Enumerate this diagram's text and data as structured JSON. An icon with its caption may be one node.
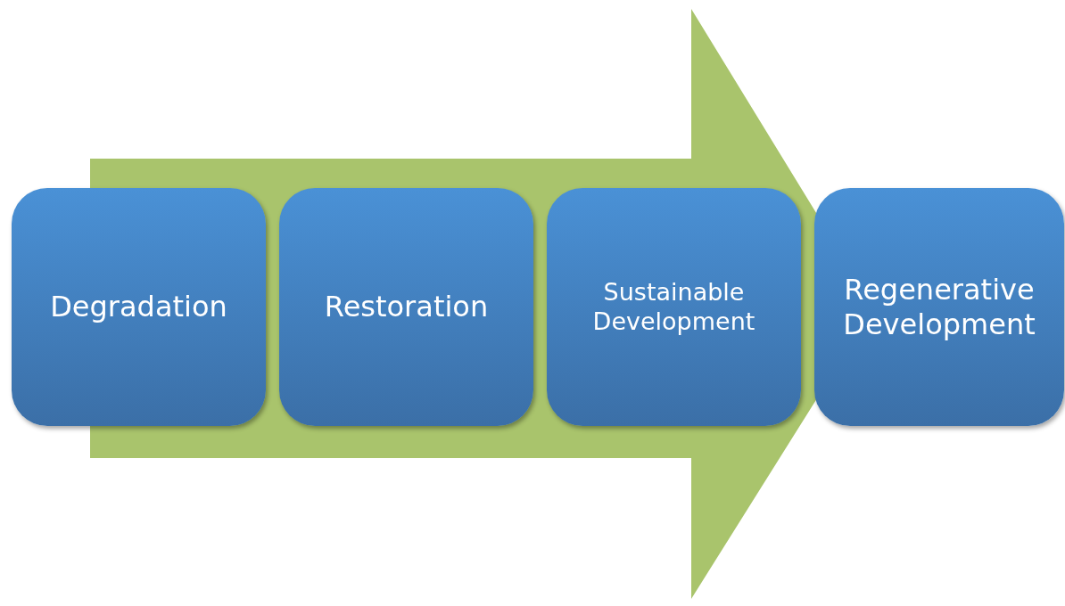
{
  "diagram": {
    "nodes": [
      {
        "text": [
          "Degradation"
        ]
      },
      {
        "text": [
          "Restoration"
        ]
      },
      {
        "text": [
          "Sustainable Development"
        ]
      },
      {
        "text": [
          "Regenerative Development"
        ]
      }
    ],
    "edges": [
      {
        "from": 0,
        "to": 3,
        "arrow": "to"
      }
    ]
  }
}
